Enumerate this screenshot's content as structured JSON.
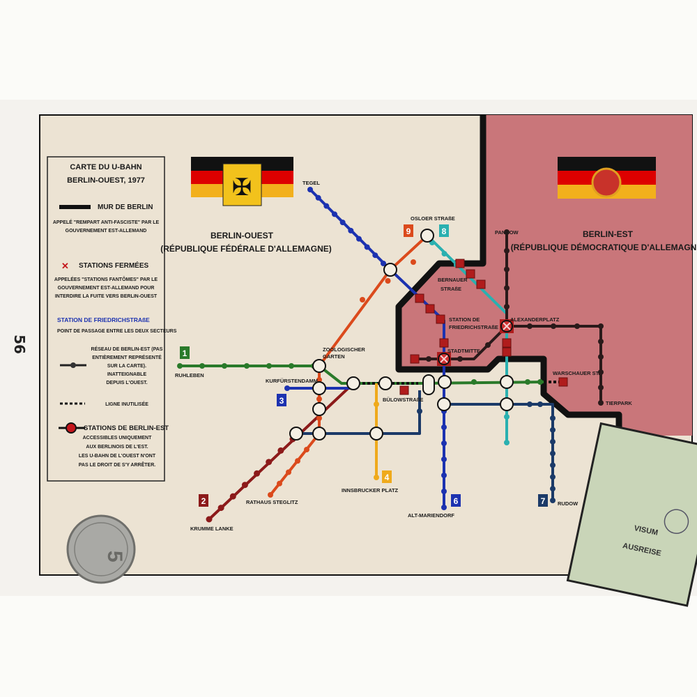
{
  "page_number": "56",
  "legend": {
    "title_1": "CARTE DU U-BAHN",
    "title_2": "BERLIN-OUEST, 1977",
    "wall_label": "MUR DE BERLIN",
    "wall_desc_1": "APPELÉ \"REMPART ANTI-FASCISTE\" PAR LE",
    "wall_desc_2": "GOUVERNEMENT EST-ALLEMAND",
    "closed_label": "STATIONS FERMÉES",
    "closed_desc_1": "APPELÉES \"STATIONS FANTÔMES\" PAR LE",
    "closed_desc_2": "GOUVERNEMENT EST-ALLEMAND POUR",
    "closed_desc_3": "INTERDIRE LA FUITE VERS BERLIN-OUEST",
    "friedrich_label": "STATION DE FRIEDRICHSTRAßE",
    "friedrich_desc": "POINT DE PASSAGE ENTRE LES DEUX SECTEURS",
    "east_net_1": "RÉSEAU DE BERLIN-EST (PAS",
    "east_net_2": "ENTIÈREMENT REPRÉSENTÉ",
    "east_net_3": "SUR LA CARTE).",
    "east_net_4": "INATTEIGNABLE",
    "east_net_5": "DEPUIS L'OUEST.",
    "unused_label": "LIGNE INUTILISÉE",
    "east_st_label": "STATIONS DE BERLIN-EST",
    "east_st_1": "ACCESSIBLES UNIQUEMENT",
    "east_st_2": "AUX BERLINOIS DE L'EST.",
    "east_st_3": "LES U-BAHN DE L'OUEST N'ONT",
    "east_st_4": "PAS LE DROIT DE S'Y ARRÊTER."
  },
  "west": {
    "title": "BERLIN-OUEST",
    "subtitle": "(RÉPUBLIQUE FÉDÉRALE D'ALLEMAGNE)"
  },
  "east": {
    "title": "BERLIN-EST",
    "subtitle": "(RÉPUBLIQUE DÉMOCRATIQUE D'ALLEMAGNE)"
  },
  "stations": {
    "tegel": "TEGEL",
    "osloer": "OSLOER STRAßE",
    "pankow": "PANKOW",
    "bernauer_1": "BERNAUER",
    "bernauer_2": "STRAßE",
    "friedrich_1": "STATION DE",
    "friedrich_2": "FRIEDRICHSTRAßE",
    "alexanderplatz": "ALEXANDERPLATZ",
    "stadtmitte": "STADTMITTE",
    "zoo_1": "ZOOLOGISCHER",
    "zoo_2": "GARTEN",
    "ruhleben": "RUHLEBEN",
    "kurfuerstendamm": "KURFÜRSTENDAMM",
    "buelow": "BÜLOWSTRAßE",
    "warschauer": "WARSCHAUER ST.",
    "tierpark": "TIERPARK",
    "krumme": "KRUMME LANKE",
    "steglitz": "RATHAUS STEGLITZ",
    "innsbrucker": "INNSBRUCKER PLATZ",
    "mariendorf": "ALT-MARIENDORF",
    "rudow": "RUDOW"
  },
  "lines": [
    {
      "num": "1",
      "color": "#2a7a2a"
    },
    {
      "num": "2",
      "color": "#8c1a1a"
    },
    {
      "num": "3",
      "color": "#1c32b0"
    },
    {
      "num": "4",
      "color": "#efaa1c"
    },
    {
      "num": "6",
      "color": "#1c32b0"
    },
    {
      "num": "7",
      "color": "#1b3a68"
    },
    {
      "num": "8",
      "color": "#2ab0b0"
    },
    {
      "num": "9",
      "color": "#db4a1c"
    }
  ],
  "passport": {
    "visum": "VISUM",
    "ausreise": "AUSREISE"
  },
  "colors": {
    "paper": "#ece3d3",
    "east": "#c9767a",
    "wall": "#111111"
  }
}
